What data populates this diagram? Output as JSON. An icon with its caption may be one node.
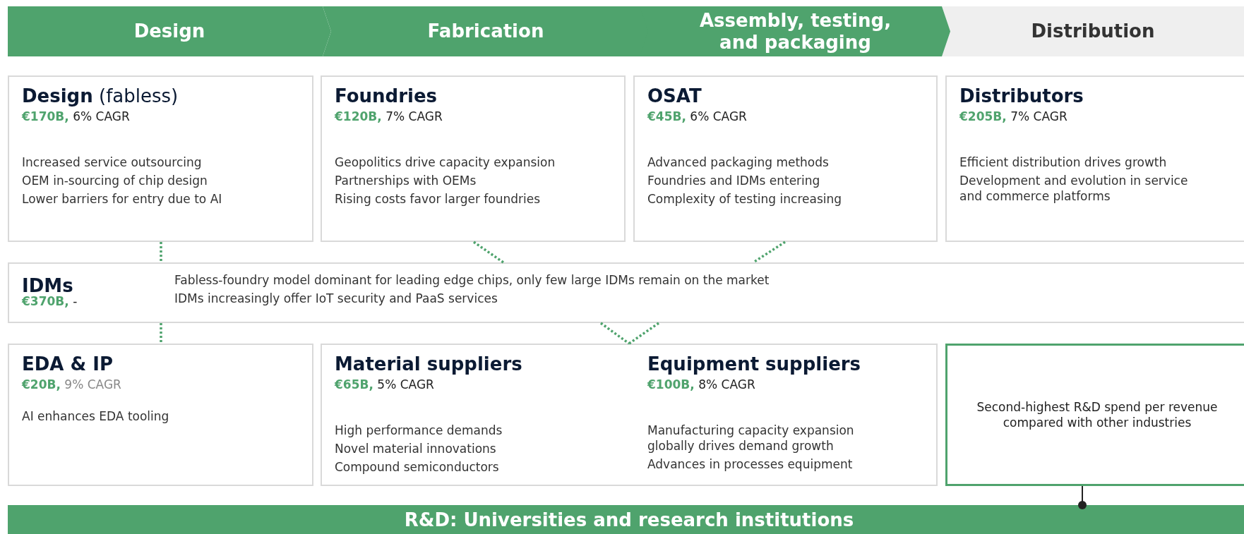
{
  "diagram": {
    "nodes": [
      {
        "text": [
          "Design"
        ]
      },
      {
        "text": [
          "Fabrication"
        ]
      },
      {
        "text": [
          "Assembly, testing, and packaging"
        ]
      },
      {
        "text": [
          "Distribution"
        ]
      },
      {
        "text": [
          "**Design** (fabless)",
          "**€170B,** 6% CAGR",
          "Increased service outsourcing",
          "OEM in-sourcing of chip design",
          "Lower barriers for entry due to AI"
        ]
      },
      {
        "text": [
          "Foundries",
          "**€120B,** 7% CAGR",
          "Geopolitics drive capacity expansion",
          "Partnerships with OEMs",
          "Rising costs favor larger foundries"
        ]
      },
      {
        "text": [
          "OSAT",
          "**€45B,** 6% CAGR",
          "Advanced packaging methods",
          "Foundries and IDMs entering",
          "Complexity of testing increasing"
        ]
      },
      {
        "text": [
          "Distributors",
          "**€205B,** 7% CAGR",
          "Efficient distribution drives growth",
          "Development and evolution in service and commerce platforms"
        ]
      },
      {
        "text": [
          "IDMs",
          "**€370B,** -",
          "Fabless-foundry model dominant for leading edge chips, only few large IDMs remain on the market",
          "IDMs increasingly offer IoT security and PaaS services"
        ]
      },
      {
        "text": [
          "EDA & IP",
          "**€20B,** 9% CAGR",
          "AI enhances EDA tooling"
        ]
      },
      {
        "text": [],
        "shape": "box"
      },
      {
        "text": [
          "Material suppliers",
          "**€65B,** 5% CAGR",
          "High performance demands",
          "Novel material innovations",
          "Compound semiconductors"
        ],
        "in": 10
      },
      {
        "text": [
          "Equipment suppliers",
          "**€100B,** 8% CAGR",
          "Manufacturing capacity expansion globally drives demand growth",
          "Advances in processes equipment"
        ],
        "in": 10
      },
      {
        "text": [
          "Second-highest R&D spend per revenue compared with other industries"
        ]
      },
      {
        "text": [
          "R&D: Universities and research institutions"
        ]
      }
    ],
    "edges": [
      {
        "from": 4,
        "to": 8,
        "arrow": "none",
        "style": "dashed"
      },
      {
        "from": 8,
        "to": 9,
        "arrow": "none",
        "style": "dashed"
      },
      {
        "from": 5,
        "to": 8,
        "arrow": "none",
        "style": "dashed"
      },
      {
        "from": 6,
        "to": 8,
        "arrow": "none",
        "style": "dashed"
      },
      {
        "from": 8,
        "to": 10,
        "arrow": "none",
        "style": "dashed"
      },
      {
        "from": 8,
        "to": 10,
        "arrow": "none",
        "style": "dashed"
      },
      {
        "from": 13,
        "to": 14,
        "arrow": "other",
        "color": "#222222"
      }
    ]
  }
}
